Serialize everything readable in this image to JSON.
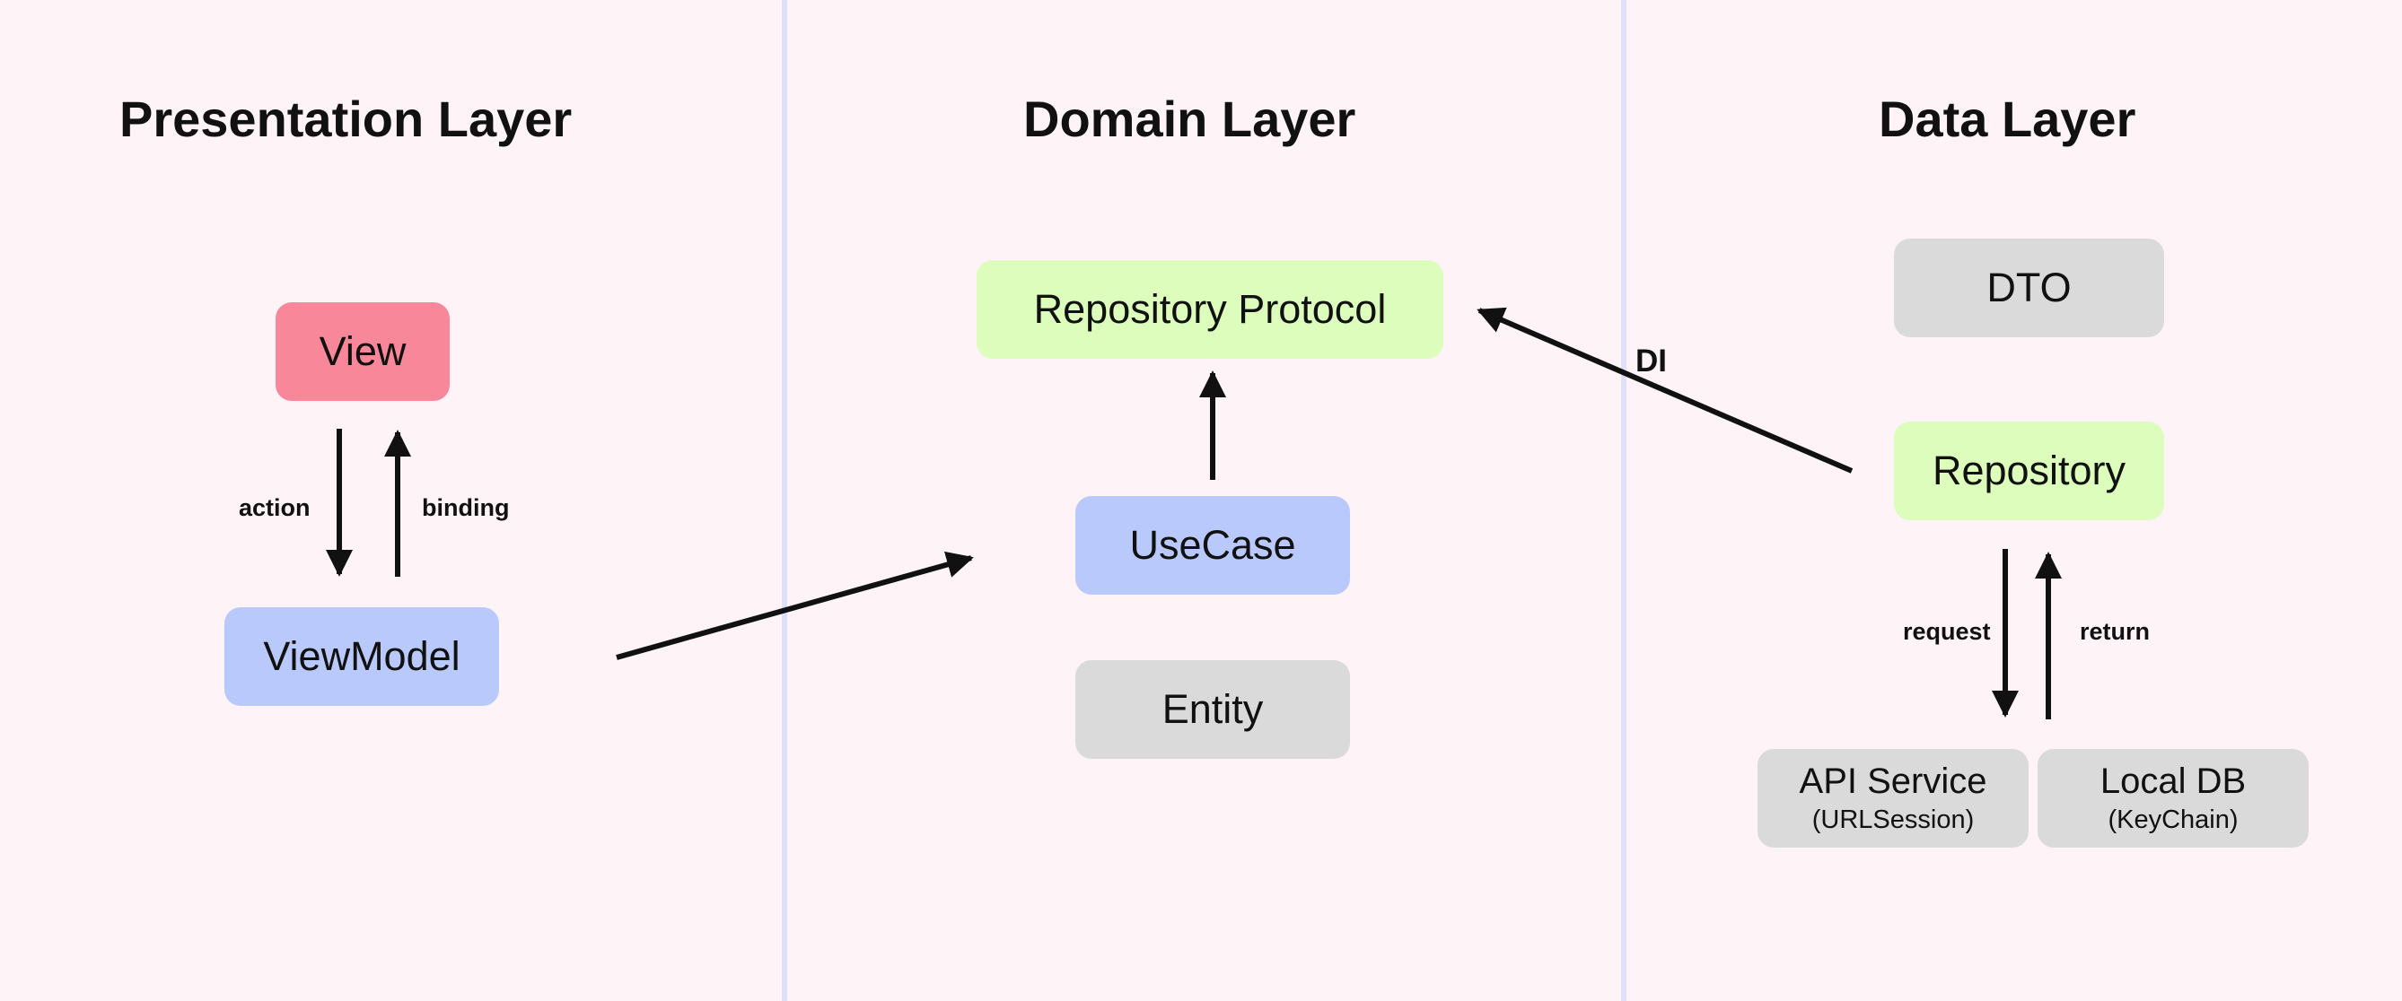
{
  "colors": {
    "background": "#fef3f7",
    "divider": "#dde0f8",
    "view": "#f8879a",
    "viewmodel": "#bac9fc",
    "green": "#dcfdbc",
    "gray": "#dadada"
  },
  "layers": {
    "presentation": {
      "title": "Presentation Layer",
      "view": "View",
      "viewmodel": "ViewModel",
      "action_label": "action",
      "binding_label": "binding"
    },
    "domain": {
      "title": "Domain Layer",
      "repository_protocol": "Repository Protocol",
      "usecase": "UseCase",
      "entity": "Entity"
    },
    "data": {
      "title": "Data Layer",
      "dto": "DTO",
      "repository": "Repository",
      "request_label": "request",
      "return_label": "return",
      "api_service": "API Service",
      "api_service_sub": "(URLSession)",
      "local_db": "Local DB",
      "local_db_sub": "(KeyChain)"
    }
  },
  "di_label": "DI"
}
